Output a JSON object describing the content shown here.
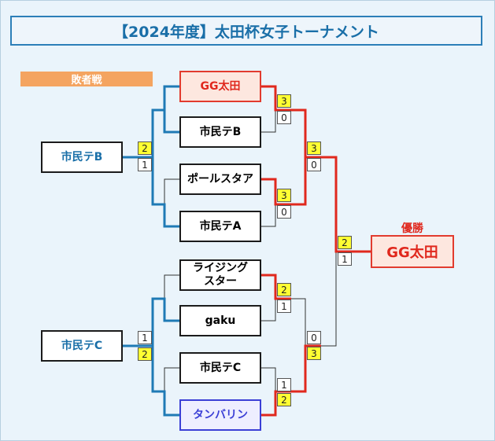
{
  "title": "【2024年度】太田杯女子トーナメント",
  "loser_bracket_label": "敗者戦",
  "champion_label": "優勝",
  "champion": "GG太田",
  "teams": {
    "gg_ota": "GG太田",
    "shimin_b": "市民テB",
    "paulstar": "ポールスタア",
    "shimin_a": "市民テA",
    "rising": "ライジング\nスター",
    "gaku": "gaku",
    "shimin_c": "市民テC",
    "tambarin": "タンバリン"
  },
  "seeds": {
    "shimin_b_seed": "市民テB",
    "shimin_c_seed": "市民テC"
  },
  "scores": {
    "r1_top_a": "3",
    "r1_top_b": "0",
    "r1_2_a": "3",
    "r1_2_b": "0",
    "r1_3_a": "2",
    "r1_3_b": "1",
    "r1_4_a": "1",
    "r1_4_b": "2",
    "seed_b_a": "2",
    "seed_b_b": "1",
    "seed_c_a": "1",
    "seed_c_b": "2",
    "semi_top_a": "3",
    "semi_top_b": "0",
    "semi_bot_a": "0",
    "semi_bot_b": "3",
    "final_a": "2",
    "final_b": "1"
  },
  "colors": {
    "win_line": "#e0281d",
    "seed_line": "#1f7ab5",
    "plain_line": "#333333"
  }
}
